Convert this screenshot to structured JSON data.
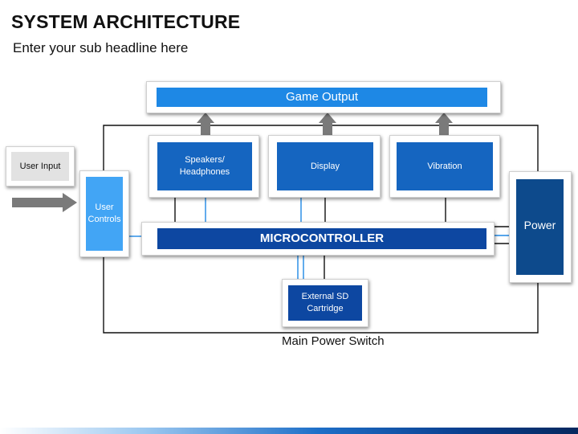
{
  "slide": {
    "title": "SYSTEM ARCHITECTURE",
    "subtitle": "Enter your sub headline here"
  },
  "diagram": {
    "game_output": "Game Output",
    "user_input": "User Input",
    "user_controls": "User\nControls",
    "speakers": "Speakers/\nHeadphones",
    "display": "Display",
    "vibration": "Vibration",
    "microcontroller": "MICROCONTROLLER",
    "power": "Power",
    "sd_cartridge": "External SD\nCartridge",
    "main_power_switch": "Main Power Switch"
  },
  "colors": {
    "bright_blue": "#1e88e5",
    "medium_blue": "#1565c0",
    "dark_blue": "#0d47a1",
    "light_blue": "#42a5f5",
    "arrow_gray": "#7a7a7a",
    "wire_black": "#111111",
    "wire_blue": "#1e88e5"
  }
}
